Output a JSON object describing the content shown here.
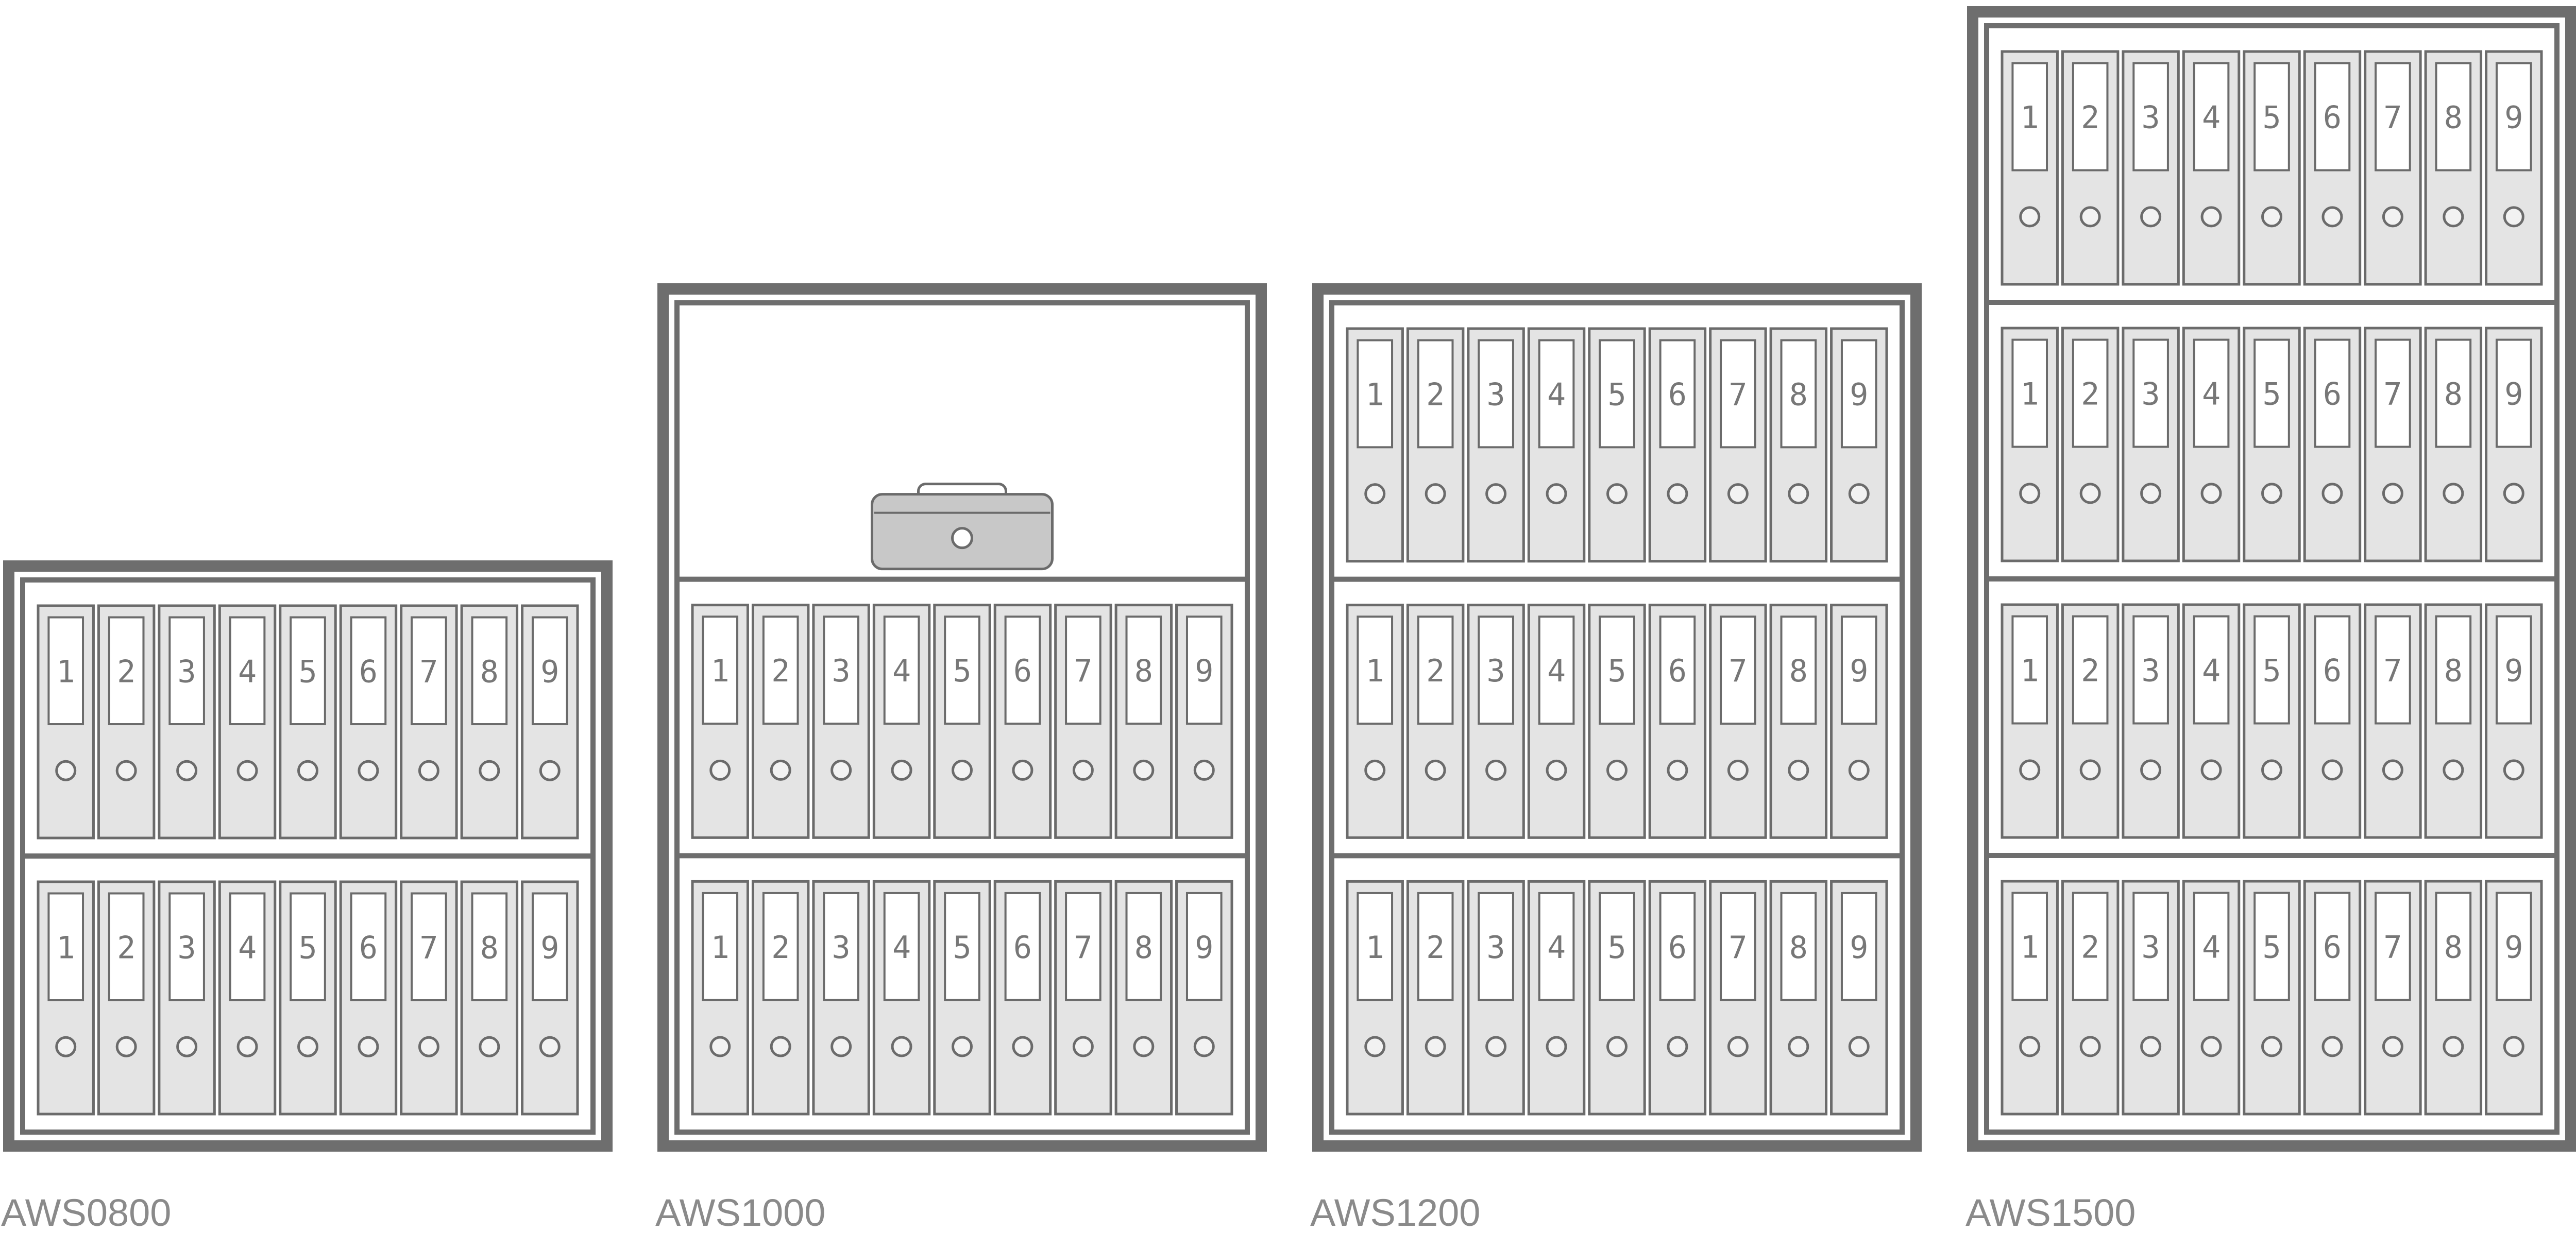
{
  "colors": {
    "frame": "#6e6e6e",
    "binder_fill": "#e4e4e4",
    "binder_stroke": "#6b6b6b",
    "label_fill": "#ffffff",
    "label_text": "#777777",
    "cash_box_fill": "#c8c8c8",
    "caption_text": "#8a8a8a"
  },
  "icons": {
    "binder": "ring-binder-icon",
    "cash_box": "cash-box-icon"
  },
  "cabinets": [
    {
      "model": "AWS0800",
      "top_compartment": "binders",
      "binder_shelves": 2,
      "binder_labels": [
        "1",
        "2",
        "3",
        "4",
        "5",
        "6",
        "7",
        "8",
        "9"
      ]
    },
    {
      "model": "AWS1000",
      "top_compartment": "cash-box",
      "binder_shelves": 2,
      "binder_labels": [
        "1",
        "2",
        "3",
        "4",
        "5",
        "6",
        "7",
        "8",
        "9"
      ]
    },
    {
      "model": "AWS1200",
      "top_compartment": "binders",
      "binder_shelves": 3,
      "binder_labels": [
        "1",
        "2",
        "3",
        "4",
        "5",
        "6",
        "7",
        "8",
        "9"
      ]
    },
    {
      "model": "AWS1500",
      "top_compartment": "binders",
      "binder_shelves": 4,
      "binder_labels": [
        "1",
        "2",
        "3",
        "4",
        "5",
        "6",
        "7",
        "8",
        "9"
      ]
    }
  ]
}
